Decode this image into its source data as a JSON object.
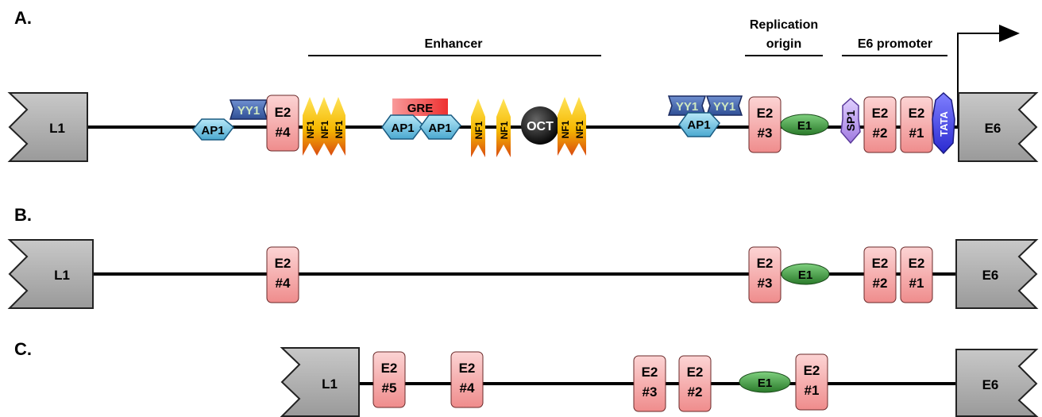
{
  "panels": {
    "a": {
      "label": "A."
    },
    "b": {
      "label": "B."
    },
    "c": {
      "label": "C."
    }
  },
  "regions": {
    "enhancer": "Enhancer",
    "replication_origin_line1": "Replication",
    "replication_origin_line2": "origin",
    "e6_promoter": "E6 promoter"
  },
  "genes": {
    "l1": "L1",
    "e6": "E6"
  },
  "sites": {
    "e2_line1": "E2",
    "e2_1": "#1",
    "e2_2": "#2",
    "e2_3": "#3",
    "e2_4": "#4",
    "e2_5": "#5",
    "ap1": "AP1",
    "yy1": "YY1",
    "nf1": "NF1",
    "gre": "GRE",
    "oct": "OCT",
    "e1": "E1",
    "sp1": "SP1",
    "tata": "TATA"
  },
  "colors": {
    "gene_box": "#b3b3b3",
    "e2_box": "#f7a8a8",
    "e1": "#3f9f3f",
    "ap1": "#6ec6e8",
    "yy1": "#4a6fb5",
    "yy1_text": "#cfe8c0",
    "nf1": "#f5c400",
    "nf1_tail": "#e05a1a",
    "gre": "#f25454",
    "oct": "#111111",
    "sp1": "#b89be8",
    "tata": "#4a4ae0"
  }
}
